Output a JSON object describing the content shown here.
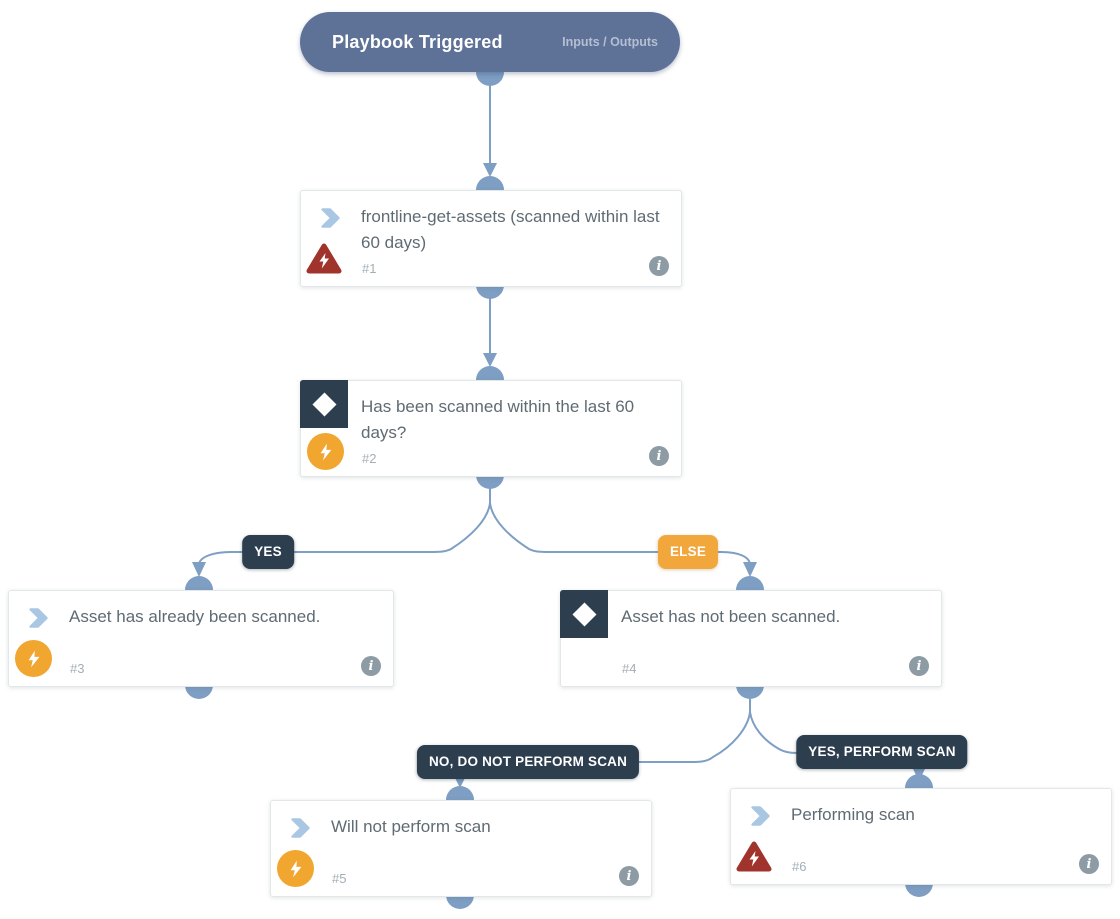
{
  "header": {
    "title": "Playbook Triggered",
    "inputs_outputs_label": "Inputs / Outputs"
  },
  "nodes": [
    {
      "number": "#1",
      "title": "frontline-get-assets (scanned within last 60 days)",
      "type": "task",
      "type_icon": "chevron-right-icon",
      "script_icon": "error-bolt-triangle-icon",
      "info_icon": "info-icon"
    },
    {
      "number": "#2",
      "title": "Has been scanned within the last 60 days?",
      "type": "condition",
      "type_icon": "condition-diamond-icon",
      "script_icon": "automation-bolt-icon",
      "info_icon": "info-icon"
    },
    {
      "number": "#3",
      "title": "Asset has already been scanned.",
      "type": "task",
      "type_icon": "chevron-right-icon",
      "script_icon": "automation-bolt-icon",
      "info_icon": "info-icon"
    },
    {
      "number": "#4",
      "title": "Asset has not been scanned.",
      "type": "condition",
      "type_icon": "condition-diamond-icon",
      "script_icon": null,
      "info_icon": "info-icon"
    },
    {
      "number": "#5",
      "title": "Will not perform scan",
      "type": "task",
      "type_icon": "chevron-right-icon",
      "script_icon": "automation-bolt-icon",
      "info_icon": "info-icon"
    },
    {
      "number": "#6",
      "title": "Performing scan",
      "type": "task",
      "type_icon": "chevron-right-icon",
      "script_icon": "error-bolt-triangle-icon",
      "info_icon": "info-icon"
    }
  ],
  "branch_labels": [
    {
      "text": "YES",
      "style": "dark"
    },
    {
      "text": "ELSE",
      "style": "orange"
    },
    {
      "text": "NO, DO NOT PERFORM SCAN",
      "style": "dark"
    },
    {
      "text": "YES, PERFORM SCAN",
      "style": "dark"
    }
  ],
  "colors": {
    "header_bg": "#5e7196",
    "connector": "#7e9ec3",
    "label_dark": "#2d3e4f",
    "label_orange": "#f1a73c",
    "automation_bolt": "#f0a62f",
    "error_triangle": "#a0342c",
    "chevron_blue": "#a9c7e3",
    "card_title_text": "#5f6b73",
    "card_number_text": "#a3aeb4",
    "info_gray": "#8d9ba4"
  }
}
